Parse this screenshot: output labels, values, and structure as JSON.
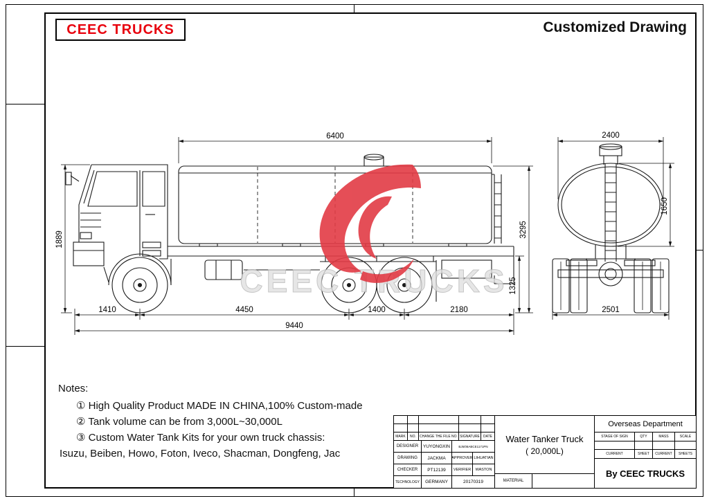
{
  "header": {
    "brand": "CEEC TRUCKS",
    "title": "Customized Drawing"
  },
  "watermark": {
    "text": "CEEC TRUCKS",
    "accent_color": "#e23b45",
    "text_color": "#d6d6d6"
  },
  "side_view": {
    "dims": {
      "tank_length": "6400",
      "cab_height": "1889",
      "overall_height": "3295",
      "chassis_height": "1325",
      "front_overhang": "1410",
      "wheelbase": "4450",
      "tandem_spacing": "1400",
      "rear_overhang": "2180",
      "overall_length": "9440"
    }
  },
  "rear_view": {
    "dims": {
      "tank_width": "2400",
      "tank_height": "1650",
      "overall_width": "2501"
    }
  },
  "notes": {
    "title": "Notes:",
    "items": [
      "① High Quality Product MADE IN CHINA,100% Custom-made",
      "② Tank volume can be from 3,000L~30,000L",
      "③ Custom Water Tank Kits for your own truck chassis:",
      "Isuzu, Beiben, Howo, Foton, Iveco, Shacman, Dongfeng, Jac"
    ]
  },
  "title_block": {
    "rev_headers": [
      "MARK",
      "NO.",
      "CHANGE THE FILE NO.",
      "SIGNATURE",
      "DATE"
    ],
    "designer_label": "DESIGNER",
    "designer_name": "YUYONGXIN",
    "designer_code": "BJ5/08ABCE1171PN",
    "drawing_label": "DRAWING",
    "drawing_name": "JACKMA",
    "approver_label": "APPROVER",
    "approver_name": "LIHUATIAN",
    "checker_label": "CHECKER",
    "checker_no": "PT12139",
    "verifier_label": "VERIFIER",
    "verifier_name": "WASTON",
    "technology_label": "TECHNOLOGY",
    "technology_value": "GERMANY",
    "date_value": "20170319",
    "material_label": "MATERIAL",
    "product_line1": "Water Tanker Truck",
    "product_line2": "( 20,000L)",
    "department": "Overseas Department",
    "stage_headers": [
      "STAGE OF SIGN",
      "QTY",
      "MASS",
      "SCALE"
    ],
    "stage_values": [
      "CURRENT",
      "SHEET",
      "CURRENT",
      "SHEETS"
    ],
    "by_line": "By CEEC TRUCKS"
  }
}
